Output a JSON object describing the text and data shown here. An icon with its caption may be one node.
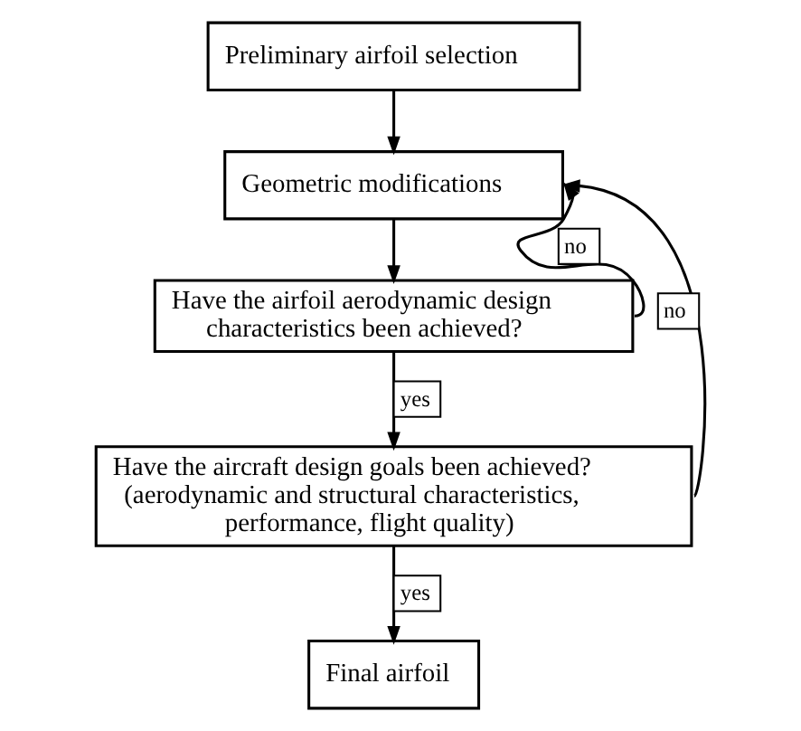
{
  "diagram": {
    "nodes": [
      {
        "text": [
          "Preliminary airfoil selection"
        ]
      },
      {
        "text": [
          "Geometric modifications"
        ]
      },
      {
        "text": [
          "Have the airfoil aerodynamic design characteristics been achieved?"
        ]
      },
      {
        "text": [
          "Have the aircraft design goals been achieved? (aerodynamic and structural characteristics, performance, flight quality)"
        ]
      },
      {
        "text": [
          "Final airfoil"
        ]
      }
    ],
    "edges": [
      {
        "from": 0,
        "to": 1,
        "arrow": "to"
      },
      {
        "from": 1,
        "to": 2,
        "arrow": "to"
      },
      {
        "from": 2,
        "to": 3,
        "arrow": "to",
        "label": "yes"
      },
      {
        "from": 3,
        "to": 4,
        "arrow": "to",
        "label": "yes"
      },
      {
        "from": 2,
        "to": 1,
        "arrow": "to",
        "label": "no"
      },
      {
        "from": 3,
        "to": 1,
        "arrow": "to",
        "label": "no"
      }
    ]
  }
}
